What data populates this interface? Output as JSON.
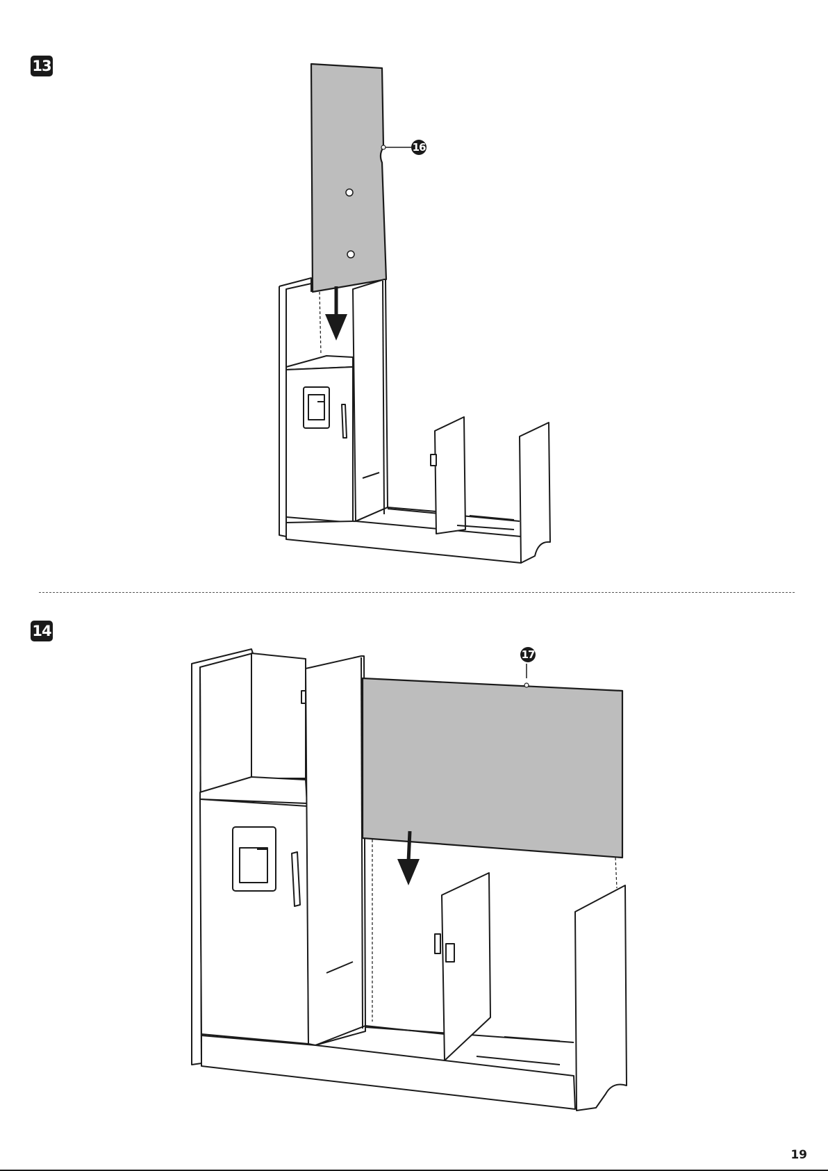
{
  "steps": [
    {
      "number": "13",
      "part_callout": "16"
    },
    {
      "number": "14",
      "part_callout": "17"
    }
  ],
  "page_number": "19",
  "colors": {
    "panel_fill": "#bdbdbd",
    "line": "#1a1a1a",
    "badge": "#1a1a1a"
  },
  "icons": [
    "down-arrow-icon",
    "part-callout-icon"
  ]
}
